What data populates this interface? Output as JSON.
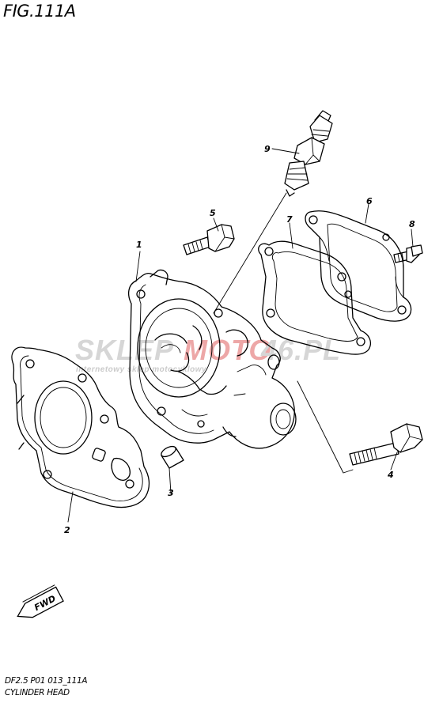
{
  "figure": {
    "title": "FIG.111A"
  },
  "callouts": [
    {
      "number": "1",
      "part": "cylinder-head"
    },
    {
      "number": "2",
      "part": "head-gasket"
    },
    {
      "number": "3",
      "part": "dowel-pin"
    },
    {
      "number": "4",
      "part": "long-bolt"
    },
    {
      "number": "5",
      "part": "short-bolt"
    },
    {
      "number": "6",
      "part": "head-cover"
    },
    {
      "number": "7",
      "part": "cover-gasket"
    },
    {
      "number": "8",
      "part": "cover-bolt"
    },
    {
      "number": "9",
      "part": "spark-plug"
    }
  ],
  "direction_badge": {
    "label": "FWD"
  },
  "watermark": {
    "brand_a": "SKLEP",
    "brand_b": "MOTO",
    "brand_c": "46.PL",
    "subtitle": "internetowy sklep motocyklowy",
    "color_gray": "#c9c9c9",
    "color_red": "#e88a8a"
  },
  "footer": {
    "code": "DF2.5 P01 013_111A",
    "name": "CYLINDER HEAD"
  }
}
